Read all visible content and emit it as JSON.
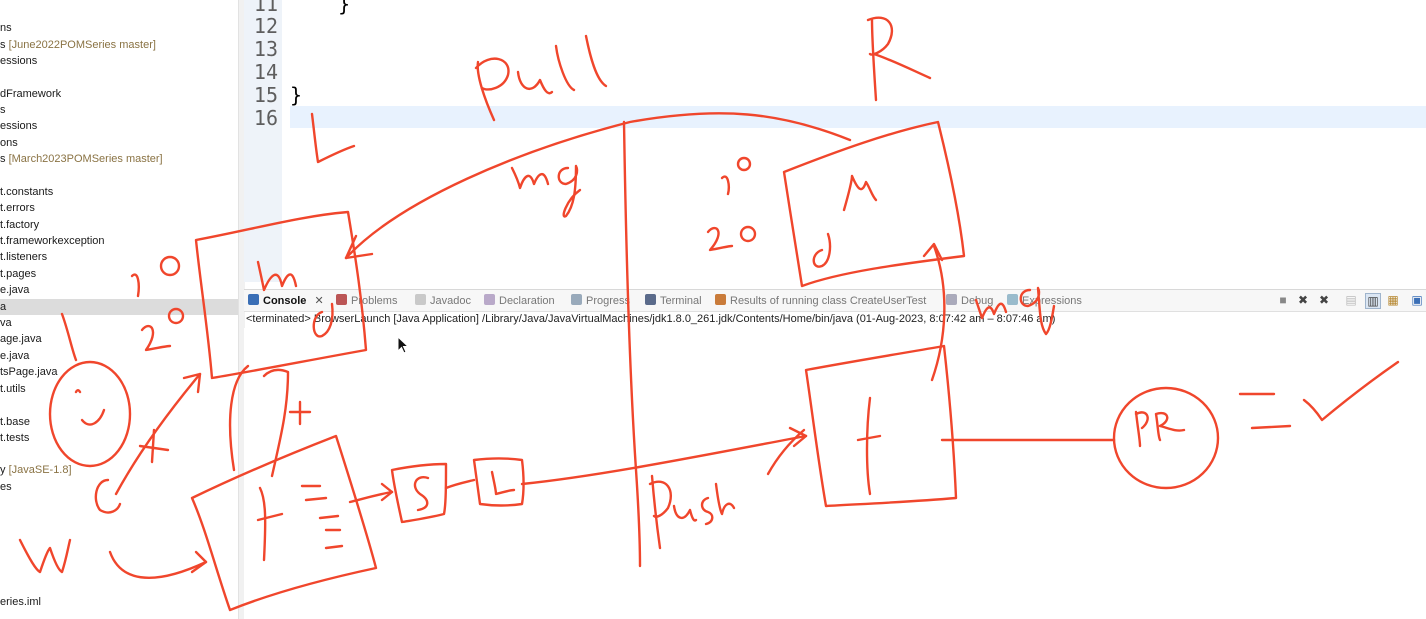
{
  "explorer": {
    "items": [
      {
        "text": "ns",
        "repo": ""
      },
      {
        "text": "s ",
        "repo": "[June2022POMSeries master]"
      },
      {
        "text": "essions",
        "repo": ""
      },
      {
        "text": "",
        "repo": ""
      },
      {
        "text": "dFramework",
        "repo": ""
      },
      {
        "text": "s",
        "repo": ""
      },
      {
        "text": "essions",
        "repo": ""
      },
      {
        "text": "ons",
        "repo": ""
      },
      {
        "text": "s ",
        "repo": "[March2023POMSeries master]"
      },
      {
        "text": "",
        "repo": ""
      },
      {
        "text": "t.constants",
        "repo": ""
      },
      {
        "text": "t.errors",
        "repo": ""
      },
      {
        "text": "t.factory",
        "repo": ""
      },
      {
        "text": "t.frameworkexception",
        "repo": ""
      },
      {
        "text": "t.listeners",
        "repo": ""
      },
      {
        "text": "t.pages",
        "repo": ""
      },
      {
        "text": "e.java",
        "repo": ""
      },
      {
        "text": "a",
        "repo": ""
      },
      {
        "text": "va",
        "repo": ""
      },
      {
        "text": "age.java",
        "repo": ""
      },
      {
        "text": "e.java",
        "repo": ""
      },
      {
        "text": "tsPage.java",
        "repo": ""
      },
      {
        "text": "t.utils",
        "repo": ""
      },
      {
        "text": "",
        "repo": ""
      },
      {
        "text": "t.base",
        "repo": ""
      },
      {
        "text": "t.tests",
        "repo": ""
      },
      {
        "text": "",
        "repo": ""
      },
      {
        "text": "y ",
        "repo": "[JavaSE-1.8]"
      },
      {
        "text": "es",
        "repo": ""
      }
    ],
    "bottom_item": "eries.iml"
  },
  "editor": {
    "lines": [
      {
        "num": "11",
        "code": "    }"
      },
      {
        "num": "12",
        "code": ""
      },
      {
        "num": "13",
        "code": ""
      },
      {
        "num": "14",
        "code": ""
      },
      {
        "num": "15",
        "code": "}"
      },
      {
        "num": "16",
        "code": ""
      }
    ]
  },
  "console": {
    "tabs": [
      {
        "label": "Console",
        "icon": "console-icon",
        "active": true
      },
      {
        "label": "Problems",
        "icon": "problems-icon"
      },
      {
        "label": "Javadoc",
        "icon": "javadoc-icon"
      },
      {
        "label": "Declaration",
        "icon": "declaration-icon"
      },
      {
        "label": "Progress",
        "icon": "progress-icon"
      },
      {
        "label": "Terminal",
        "icon": "terminal-icon"
      },
      {
        "label": "Results of running class CreateUserTest",
        "icon": "testng-icon"
      },
      {
        "label": "Debug",
        "icon": "debug-icon"
      },
      {
        "label": "Expressions",
        "icon": "expressions-icon"
      }
    ],
    "close_glyph": "✕",
    "status": "<terminated> BrowserLaunch [Java Application] /Library/Java/JavaVirtualMachines/jdk1.8.0_261.jdk/Contents/Home/bin/java  (01-Aug-2023, 8:07:42 am – 8:07:46 am)"
  },
  "annotations": {
    "pull": "Pull",
    "push": "Push",
    "r": "R",
    "l": "L",
    "m": "M",
    "ver1": "1.0",
    "ver2": "2.0",
    "wc": "WC",
    "s": "S",
    "f": "f",
    "pr": "PR",
    "mg": "mg",
    "plus": "+",
    "equals": "="
  },
  "colors": {
    "ink": "#f0462c",
    "current_line": "#e8f2fe",
    "gutter": "#eef3f9",
    "repo_label": "#8a7344"
  }
}
